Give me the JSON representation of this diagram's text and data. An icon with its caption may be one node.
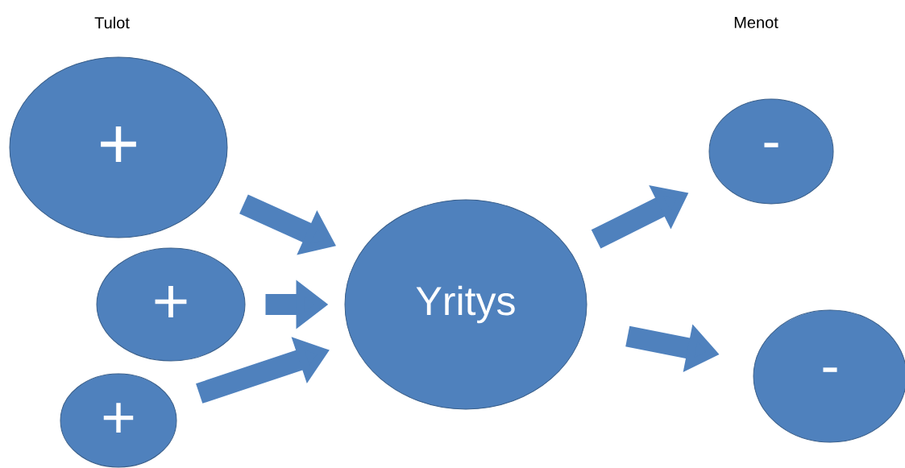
{
  "diagram": {
    "nodes": [
      {
        "text": [
          "+"
        ]
      },
      {
        "text": [
          "+"
        ]
      },
      {
        "text": [
          "+"
        ]
      },
      {
        "text": [
          "Yritys"
        ]
      },
      {
        "text": [
          "-"
        ]
      },
      {
        "text": [
          "-"
        ]
      }
    ],
    "edges": [
      {
        "from": 0,
        "to": 3,
        "arrow": "to"
      },
      {
        "from": 1,
        "to": 3,
        "arrow": "to"
      },
      {
        "from": 2,
        "to": 3,
        "arrow": "to"
      },
      {
        "from": 3,
        "to": 4,
        "arrow": "to"
      },
      {
        "from": 3,
        "to": 5,
        "arrow": "to"
      }
    ],
    "labels": [
      "Tulot",
      "Menot"
    ]
  }
}
